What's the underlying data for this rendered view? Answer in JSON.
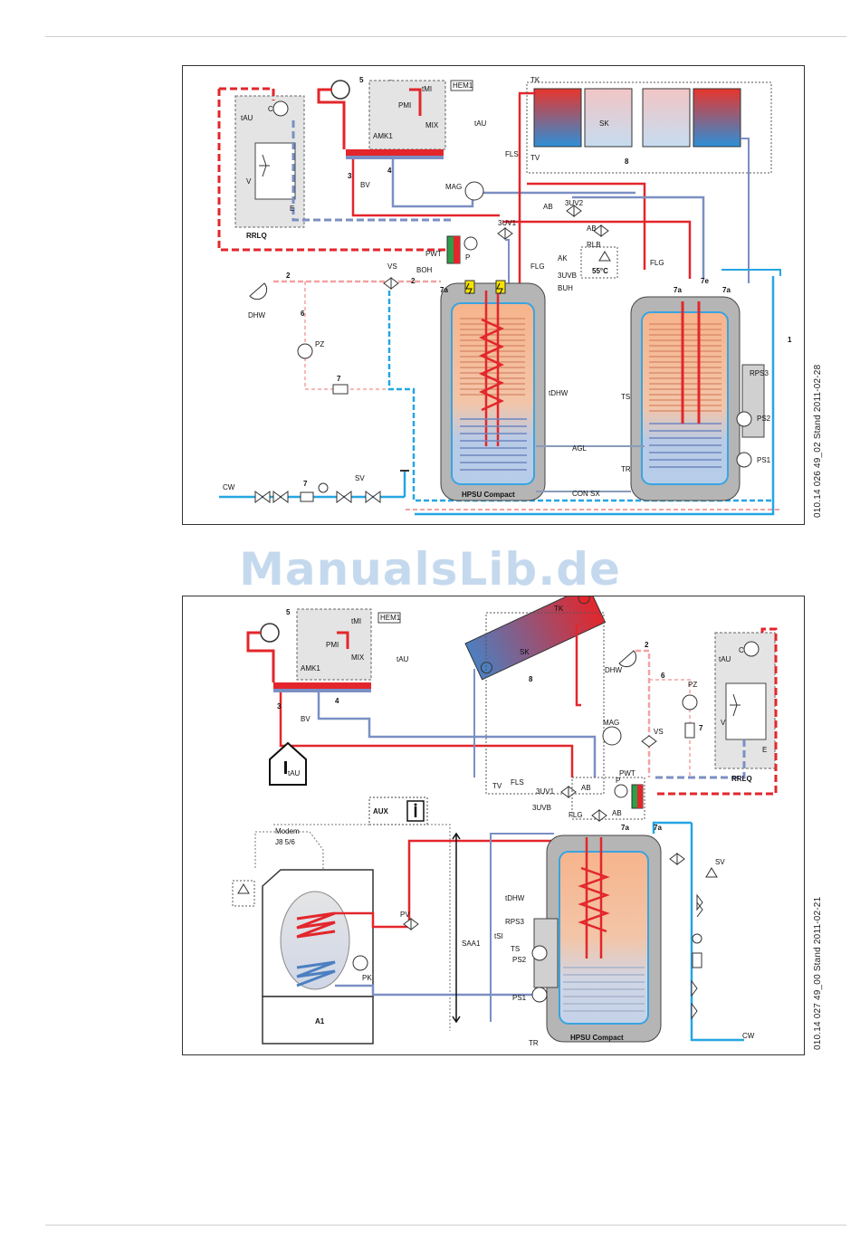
{
  "watermark": "ManualsLib.de",
  "diagram1": {
    "stamp": "010.14 026 49_02  Stand 2011-02-28",
    "labels": {
      "rrlq": "RRLQ",
      "c": "C",
      "tau": "tAU",
      "v": "V",
      "e": "E",
      "n5": "5",
      "tmi": "tMI",
      "pmi": "PMI",
      "mix": "MIX",
      "amk1": "AMK1",
      "hem1": "HEM1",
      "tau2": "tAU",
      "n3": "3",
      "n4": "4",
      "bv": "BV",
      "mag": "MAG",
      "tk": "TK",
      "sk": "SK",
      "n8": "8",
      "fls": "FLS",
      "tv": "TV",
      "uv2": "3UV2",
      "uv1": "3UV1",
      "ab1": "AB",
      "ab2": "AB",
      "rlb": "RLB",
      "t55": "55°C",
      "pwt": "PWT",
      "p": "P",
      "ak": "AK",
      "flg": "FLG",
      "flg2": "FLG",
      "uvb": "3UVB",
      "boh": "BOH",
      "buh": "BUH",
      "n2a": "2",
      "n2b": "2",
      "vs": "VS",
      "dhw": "DHW",
      "n6": "6",
      "pz": "PZ",
      "n7a": "7",
      "n7b": "7",
      "s7a1": "7a",
      "s7a2": "7a",
      "s7a3": "7a",
      "s7e": "7e",
      "n1": "1",
      "rps3": "RPS3",
      "ts": "TS",
      "tr": "TR",
      "tdhw": "tDHW",
      "ps2": "PS2",
      "ps1": "PS1",
      "agl": "AGL",
      "consx": "CON SX",
      "hpsu": "HPSU Compact",
      "cw": "CW",
      "sv": "SV"
    }
  },
  "diagram2": {
    "stamp": "010.14 027 49_00  Stand 2011-02-21",
    "labels": {
      "n5": "5",
      "tmi": "tMI",
      "hem1": "HEM1",
      "pmi": "PMI",
      "mix": "MIX",
      "amk1": "AMK1",
      "tau": "tAU",
      "n3": "3",
      "n4": "4",
      "bv": "BV",
      "tk": "TK",
      "sk": "SK",
      "n8": "8",
      "mag": "MAG",
      "dhw": "DHW",
      "n2": "2",
      "n6": "6",
      "pz": "PZ",
      "vs": "VS",
      "n7": "7",
      "c": "C",
      "tau2": "tAU",
      "v": "V",
      "e": "E",
      "rrlq": "RRLQ",
      "tv": "TV",
      "fls": "FLS",
      "uv1": "3UV1",
      "ab1": "AB",
      "ab2": "AB",
      "p": "P",
      "pwt": "PWT",
      "uvb": "3UVB",
      "flg": "FLG",
      "s7a1": "7a",
      "s7a2": "7a",
      "sv": "SV",
      "cw": "CW",
      "tau3": "tAU",
      "aux": "AUX",
      "modem": "Modem",
      "j8": "J8 5/6",
      "pv": "PV",
      "saa1": "SAA1",
      "pk": "PK",
      "a1": "A1",
      "tdhw": "tDHW",
      "rps3": "RPS3",
      "tsl": "tSl",
      "ts": "TS",
      "ps2": "PS2",
      "ps1": "PS1",
      "tr": "TR",
      "hpsu": "HPSU Compact"
    }
  },
  "colors": {
    "hot": "#e3262b",
    "cold": "#7b8fc4",
    "fresh": "#25a6e3",
    "pink": "#f3a2a2",
    "panel": "#e4e4e4",
    "tankFill": "#f3ad84"
  }
}
